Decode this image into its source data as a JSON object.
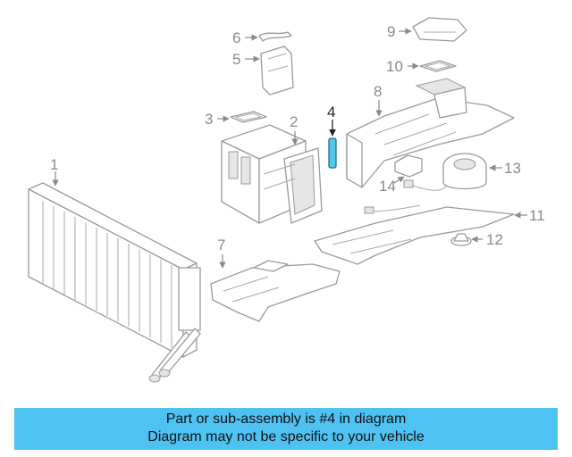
{
  "callouts": [
    "1",
    "2",
    "3",
    "4",
    "5",
    "6",
    "7",
    "8",
    "9",
    "10",
    "11",
    "12",
    "13",
    "14"
  ],
  "highlight_color": "#55c8e8",
  "banner_color": "#4fc2f4",
  "banner": {
    "line1": "Part or sub-assembly is #4 in diagram",
    "line2": "Diagram may not be specific to your vehicle"
  }
}
